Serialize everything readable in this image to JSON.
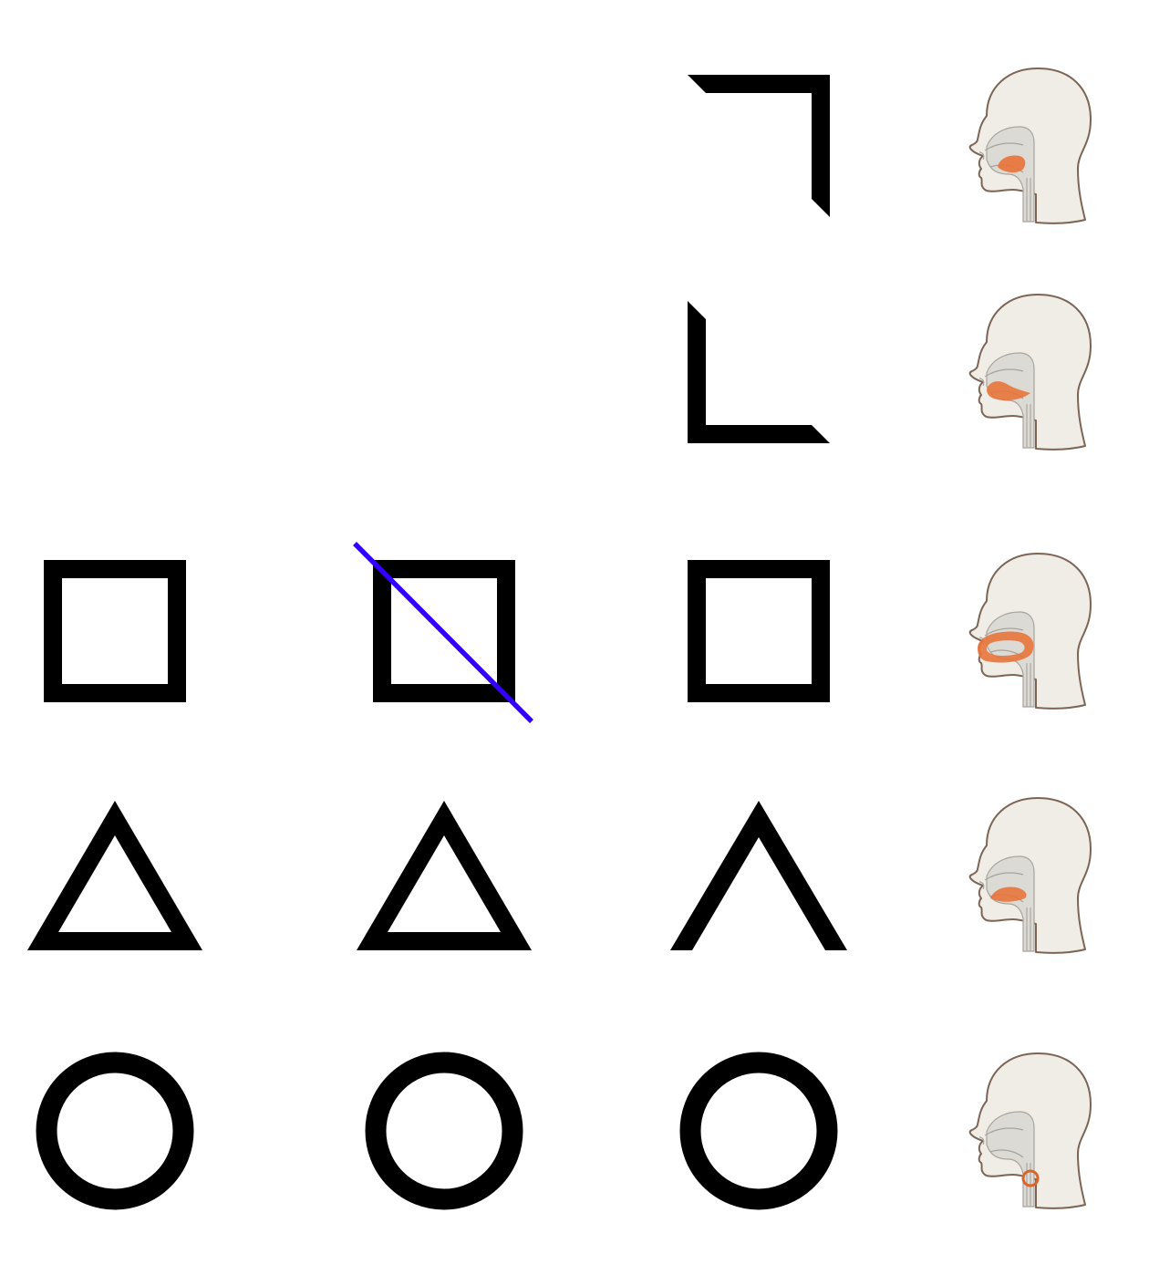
{
  "colors": {
    "background": "#ffffff",
    "glyph": "#000000",
    "strike": "#3300ff",
    "head_fill": "#efede6",
    "head_outline": "#7d6555",
    "inner_fill": "#dcdad4",
    "inner_line": "#a8a39c",
    "highlight": "#e8743b",
    "highlight_ring": "#d9652b"
  },
  "rows": [
    {
      "id": "row-1",
      "glyphs": [
        {
          "column": 3,
          "shape": "corner-top-right",
          "struck": false
        }
      ],
      "head": {
        "highlight": "tongue-back"
      }
    },
    {
      "id": "row-2",
      "glyphs": [
        {
          "column": 3,
          "shape": "corner-bottom-left",
          "struck": false
        }
      ],
      "head": {
        "highlight": "tongue-front"
      }
    },
    {
      "id": "row-3",
      "glyphs": [
        {
          "column": 1,
          "shape": "square",
          "struck": false
        },
        {
          "column": 2,
          "shape": "square",
          "struck": true
        },
        {
          "column": 3,
          "shape": "square",
          "struck": false
        }
      ],
      "head": {
        "highlight": "lips"
      }
    },
    {
      "id": "row-4",
      "glyphs": [
        {
          "column": 1,
          "shape": "triangle",
          "struck": false
        },
        {
          "column": 2,
          "shape": "triangle",
          "struck": false
        },
        {
          "column": 3,
          "shape": "caret",
          "struck": false
        }
      ],
      "head": {
        "highlight": "tongue-mid"
      }
    },
    {
      "id": "row-5",
      "glyphs": [
        {
          "column": 1,
          "shape": "circle",
          "struck": false
        },
        {
          "column": 2,
          "shape": "circle",
          "struck": false
        },
        {
          "column": 3,
          "shape": "circle",
          "struck": false
        }
      ],
      "head": {
        "highlight": "larynx"
      }
    }
  ]
}
